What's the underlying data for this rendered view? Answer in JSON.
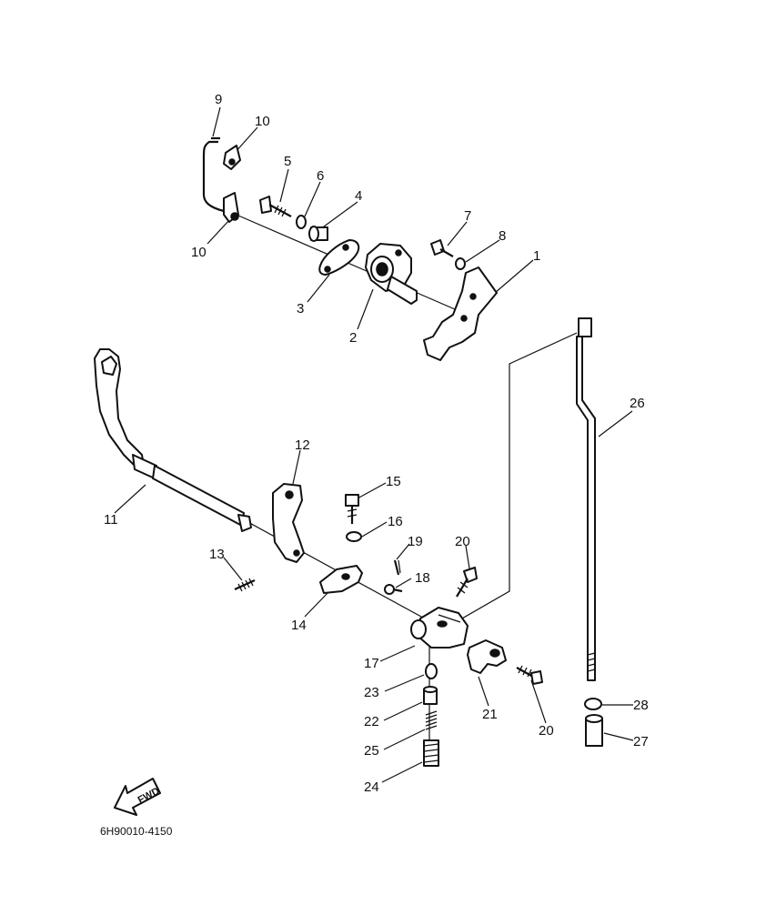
{
  "diagram": {
    "part_numbers": [
      "1",
      "2",
      "3",
      "4",
      "5",
      "6",
      "7",
      "8",
      "9",
      "10",
      "10",
      "11",
      "12",
      "13",
      "14",
      "15",
      "16",
      "17",
      "18",
      "19",
      "20",
      "20",
      "21",
      "22",
      "23",
      "24",
      "25",
      "26",
      "27",
      "28"
    ],
    "fwd_label": "FWD",
    "drawing_code": "6H90010-4150"
  }
}
